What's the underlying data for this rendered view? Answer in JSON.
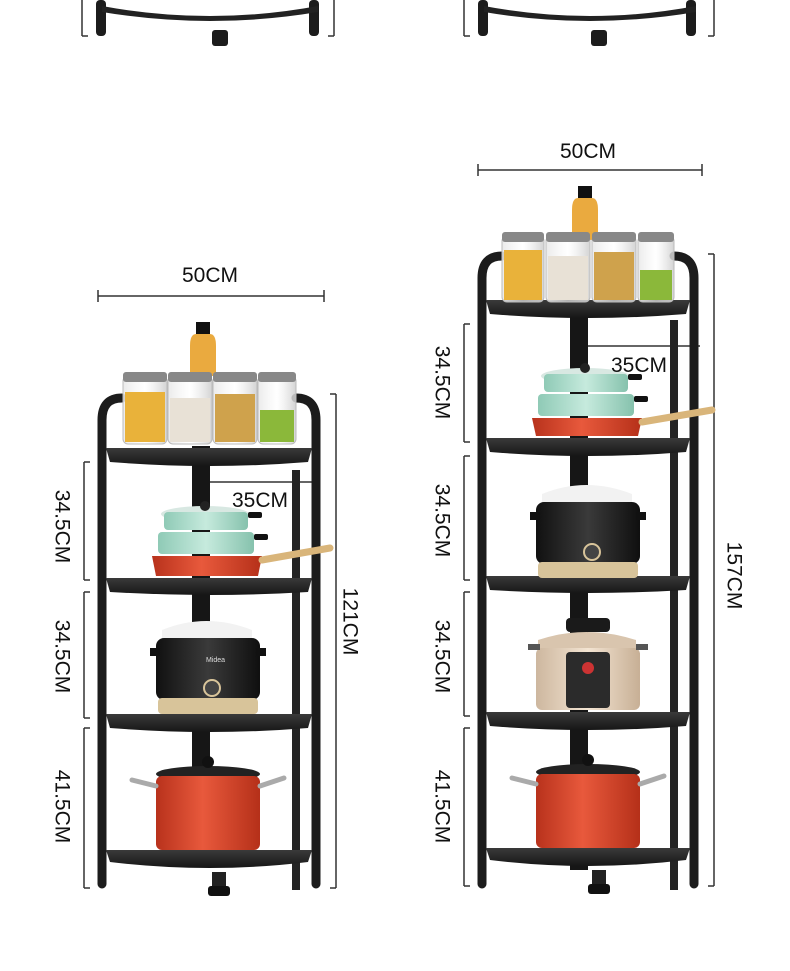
{
  "left_rack": {
    "width_label": "50CM",
    "depth_label": "35CM",
    "height_label": "121CM",
    "shelf_gaps": [
      "34.5CM",
      "34.5CM",
      "41.5CM"
    ]
  },
  "right_rack": {
    "width_label": "50CM",
    "depth_label": "35CM",
    "height_label": "157CM",
    "shelf_gaps": [
      "34.5CM",
      "34.5CM",
      "34.5CM",
      "41.5CM"
    ]
  },
  "appliance_brand": "Midea",
  "colors": {
    "frame": "#1c1c1c",
    "shelf_top": "#2a2a2a",
    "pot_red": "#d8452c",
    "pan_mint": "#a9dccb",
    "rice_cooker_gold": "#d8c49a",
    "pressure_cooker_beige": "#e9d6c0",
    "dimension_line": "#333333"
  },
  "icons": [
    "spice-jar-icon",
    "oil-bottle-icon",
    "pan-stack-icon",
    "rice-cooker-icon",
    "pressure-cooker-icon",
    "stock-pot-icon"
  ]
}
